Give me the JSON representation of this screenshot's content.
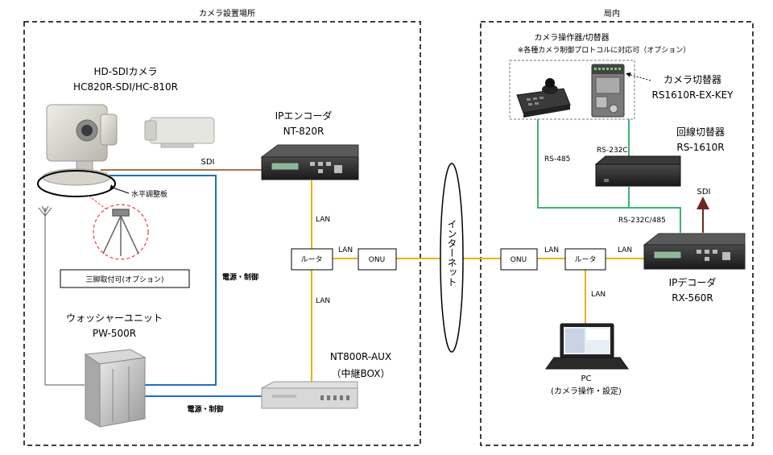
{
  "areas": {
    "left": "カメラ設置場所",
    "right": "局内"
  },
  "camera": {
    "line1": "HD-SDIカメラ",
    "line2": "HC820R-SDI/HC-810R"
  },
  "encoder": {
    "line1": "IPエンコーダ",
    "line2": "NT-820R"
  },
  "mount_label": "水平調整板",
  "tripod_label": "三脚取付可(オプション)",
  "washer": {
    "line1": "ウォッシャーユニット",
    "line2": "PW-500R"
  },
  "relay": {
    "line1": "NT800R-AUX",
    "line2": "（中継BOX）"
  },
  "controller_group": {
    "line1": "カメラ操作器/切替器",
    "line2": "※各種カメラ制御プロトコルに対応可（オプション）"
  },
  "cam_switch": {
    "line1": "カメラ切替器",
    "line2": "RS1610R-EX-KEY"
  },
  "line_switch": {
    "line1": "回線切替器",
    "line2": "RS-1610R"
  },
  "decoder": {
    "line1": "IPデコーダ",
    "line2": "RX-560R"
  },
  "pc": {
    "line1": "PC",
    "line2": "(カメラ操作・設定)"
  },
  "internet": "インターネット",
  "boxes": {
    "router": "ルータ",
    "onu": "ONU"
  },
  "links": {
    "sdi": "SDI",
    "lan": "LAN",
    "power_ctrl": "電源・制御",
    "rs485": "RS-485",
    "rs232c": "RS-232C",
    "rs232c485": "RS-232C/485",
    "sdi_out": "SDI"
  },
  "colors": {
    "sdi_line": "#8B4513",
    "power_line": "#1F6FC5",
    "lan_line": "#E8B400",
    "rs_line": "#3CB371",
    "decoder_out": "#6B2A1F"
  }
}
